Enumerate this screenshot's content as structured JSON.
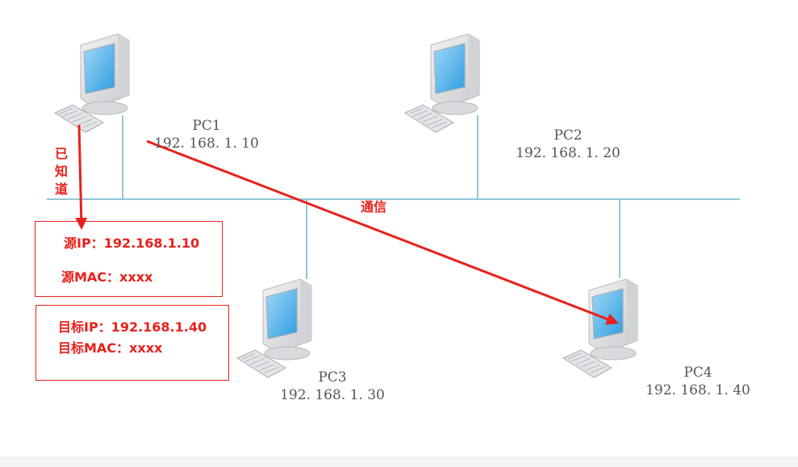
{
  "nodes": [
    {
      "id": "pc1",
      "name": "PC1",
      "ip": "192. 168. 1. 10"
    },
    {
      "id": "pc2",
      "name": "PC2",
      "ip": "192. 168. 1. 20"
    },
    {
      "id": "pc3",
      "name": "PC3",
      "ip": "192. 168. 1. 30"
    },
    {
      "id": "pc4",
      "name": "PC4",
      "ip": "192. 168. 1. 40"
    }
  ],
  "annotations": {
    "known_label": [
      "已",
      "知",
      "道"
    ],
    "comm_label": "通信",
    "source_box": {
      "ip": "源IP：192.168.1.10",
      "mac": "源MAC：xxxx"
    },
    "target_box": {
      "ip": "目标IP：192.168.1.40",
      "mac": "目标MAC：xxxx"
    }
  },
  "colors": {
    "bus": "#8fc8d4",
    "annotation": "#e8211b",
    "label": "#555555",
    "screen": "#4fb3ec"
  }
}
